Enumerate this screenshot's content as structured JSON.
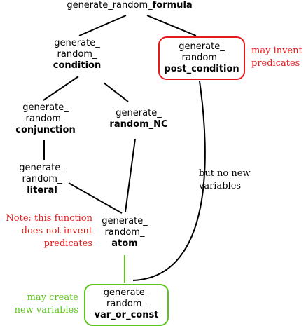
{
  "nodes": {
    "formula": {
      "plain": "generate_random_",
      "bold": "formula"
    },
    "condition": {
      "l1": "generate_",
      "l2": "random_",
      "bold": "condition"
    },
    "post_condition": {
      "l1": "generate_",
      "l2": "random_",
      "bold": "post_condition"
    },
    "conjunction": {
      "l1": "generate_",
      "l2": "random_",
      "bold": "conjunction"
    },
    "random_nc": {
      "l1": "generate_",
      "bold": "random_NC"
    },
    "literal": {
      "l1": "generate_",
      "l2": "random_",
      "bold": "literal"
    },
    "atom": {
      "l1": "generate_",
      "l2": "random_",
      "bold": "atom"
    },
    "var_or_const": {
      "l1": "generate_",
      "l2": "random_",
      "bold": "var_or_const"
    }
  },
  "notes": {
    "invent": [
      "may invent",
      "predicates"
    ],
    "no_new_vars": [
      "but no new",
      "variables"
    ],
    "no_invent": [
      "Note: this function",
      "does not invent",
      "predicates"
    ],
    "create_vars": [
      "may create",
      "new variables"
    ]
  },
  "colors": {
    "red": "#e41a1c",
    "green": "#5ac51a",
    "black": "#000000"
  }
}
